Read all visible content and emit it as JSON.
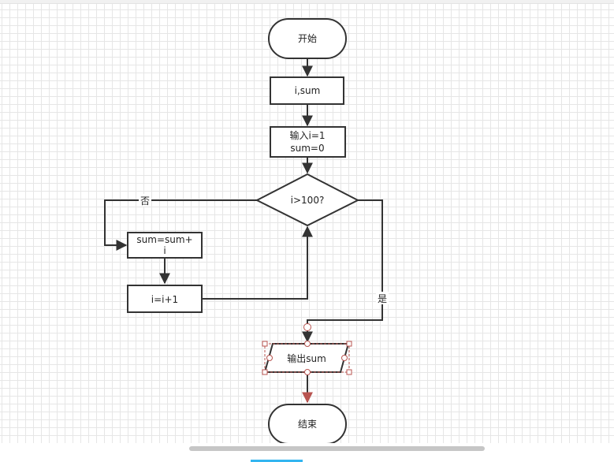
{
  "flowchart": {
    "nodes": {
      "start": "开始",
      "declare": "i,sum",
      "init_line1": "输入i=1",
      "init_line2": "sum=0",
      "decision": "i>100?",
      "accumulate_line1": "sum=sum+",
      "accumulate_line2": "i",
      "increment": "i=i+1",
      "output": "输出sum",
      "end": "结束"
    },
    "edge_labels": {
      "no": "否",
      "yes": "是"
    }
  },
  "colors": {
    "stroke": "#333333",
    "selection": "#b85450",
    "grid": "#e6e6e6",
    "scroll_thumb": "#c6c6c6",
    "tab_accent": "#33b5f0"
  }
}
